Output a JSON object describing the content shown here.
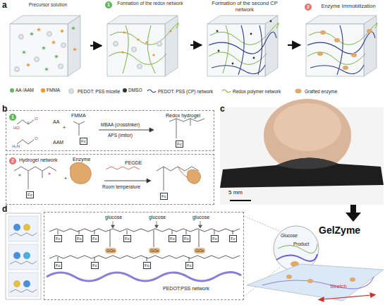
{
  "diagram": {
    "nodes": [
      {
        "text": [
          "Precursor solution"
        ]
      },
      {
        "text": [
          "Formation of the redox network"
        ]
      },
      {
        "text": [
          "Formation of the second CP network"
        ]
      },
      {
        "text": [
          "Enzyme Immobilization"
        ]
      },
      {
        "text": [
          "1",
          "AA",
          "HO",
          "O",
          "+",
          "FMMA",
          "AAM",
          "H₂N",
          "O",
          "Fc",
          "MBAA (crosslinker)",
          "APS (imitor)",
          "Redox hydrogel",
          "Fc"
        ]
      },
      {
        "text": [
          "2",
          "Hydrogel network",
          "Fc",
          "+",
          "Enzyme",
          "PEGDE",
          "Room temperature",
          "Fc"
        ]
      },
      {
        "text": [
          "glucose",
          "glucose",
          "glucose",
          "GOx",
          "GOx",
          "GOx",
          "Fc",
          "Fc",
          "Fc",
          "Fc",
          "Fc",
          "Fc",
          "Fc",
          "Fc",
          "Fc",
          "Fc",
          "Fc",
          "Fc",
          "PEDOT:PSS network"
        ]
      }
    ],
    "edges": [
      {
        "from": 0,
        "to": 1,
        "arrow": "to"
      },
      {
        "from": 1,
        "to": 2,
        "arrow": "to"
      },
      {
        "from": 2,
        "to": 3,
        "arrow": "to"
      }
    ],
    "labels": [
      "a",
      "1",
      "2",
      "b",
      "c",
      "5 mm",
      "d",
      "Glucose",
      "Product",
      "GelZyme",
      "Stretch"
    ],
    "legend": [
      {
        "text": "AA /AAM",
        "color": "#5cb85c"
      },
      {
        "text": "FMMA",
        "color": "#f0932b"
      },
      {
        "text": "PEDOT: PSS micelle"
      },
      {
        "text": "DMSO",
        "color": "#333333"
      },
      {
        "text": "PEDOT: PSS (CP) network"
      },
      {
        "text": "Redox polymer network"
      },
      {
        "text": "Grafted enzyme"
      }
    ]
  }
}
